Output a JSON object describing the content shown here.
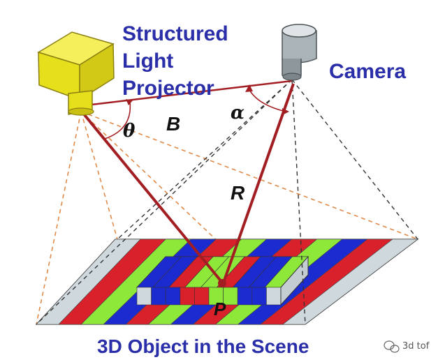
{
  "labels": {
    "projector_line1": "Structured",
    "projector_line2": "Light",
    "projector_line3": "Projector",
    "camera": "Camera",
    "baseline": "B",
    "range": "R",
    "point": "P",
    "theta": "θ",
    "alpha": "α",
    "caption": "3D Object in the Scene",
    "watermark": "3d tof"
  },
  "colors": {
    "title_blue": "#2a2ea8",
    "ray_red": "#a31e22",
    "projector_yellow": "#e8e21a",
    "camera_gray": "#9aa3a8",
    "stripe_red": "#d9212b",
    "stripe_green": "#8ee83a",
    "stripe_blue": "#1c2bd0",
    "stripe_gray": "#cfd8dc",
    "dash_orange": "#e08a4a",
    "dash_black": "#333333"
  },
  "stripe_pattern": [
    "gray",
    "red",
    "green",
    "blue",
    "red",
    "green",
    "blue",
    "red",
    "green",
    "blue",
    "red",
    "gray"
  ],
  "icons": {
    "projector": "projector-icon",
    "camera": "camera-icon",
    "watermark": "wechat-icon"
  }
}
